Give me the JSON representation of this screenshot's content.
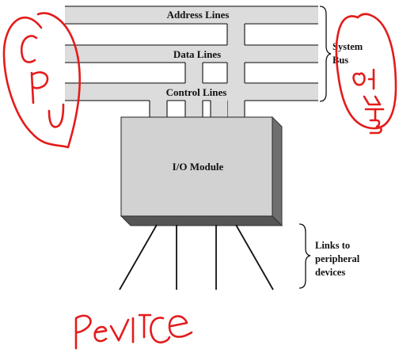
{
  "diagram": {
    "bus_lines": {
      "address": "Address Lines",
      "data": "Data Lines",
      "control": "Control Lines"
    },
    "system_bus_label": [
      "System",
      "Bus"
    ],
    "module_label": "I/O Module",
    "links_label": [
      "Links to",
      "peripheral",
      "devices"
    ]
  },
  "handwriting": {
    "left": "CPU",
    "right": "외부",
    "bottom": "Device"
  },
  "colors": {
    "bus_fill": "#dcdcdc",
    "module_face": "#d2d2d2",
    "module_side": "#6f6f6f",
    "module_bottom": "#555555",
    "ink": "#111111",
    "handwriting": "#e41b1b"
  }
}
